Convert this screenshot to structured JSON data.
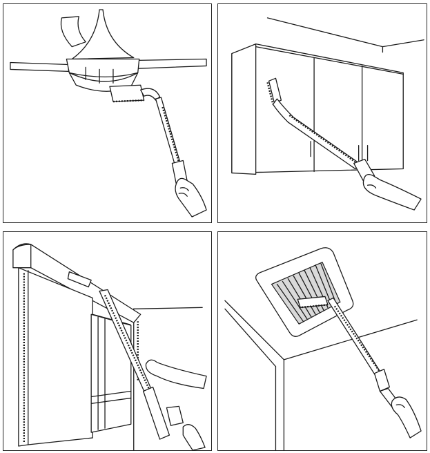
{
  "figure": {
    "panel_count": 4,
    "line_color": "#1a1a1a",
    "background_color": "#ffffff",
    "panels": [
      {
        "id": "ceiling-fan",
        "scene": "ceiling-fan-cleaning"
      },
      {
        "id": "wall-cabinets",
        "scene": "cabinet-top-cleaning"
      },
      {
        "id": "roller-blind",
        "scene": "blind-cleaning"
      },
      {
        "id": "ceiling-vent",
        "scene": "vent-cleaning"
      }
    ]
  }
}
